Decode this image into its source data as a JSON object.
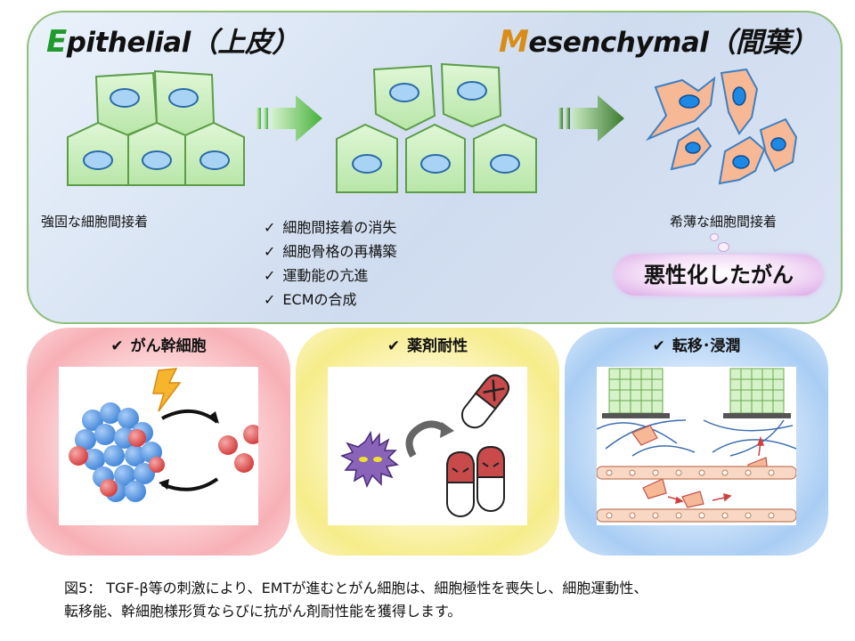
{
  "top": {
    "epithelial": {
      "initial": "E",
      "rest": "pithelial",
      "kanji": "（上皮）"
    },
    "mesenchymal": {
      "initial": "M",
      "rest": "esenchymal",
      "kanji": "（間葉）"
    },
    "left_label": "強固な細胞間接着",
    "right_label": "希薄な細胞間接着",
    "checklist": [
      "細胞間接着の消失",
      "細胞骨格の再構築",
      "運動能の亢進",
      "ECMの合成"
    ],
    "check_mark": "✓",
    "cloud_text": "悪性化したがん"
  },
  "bottom": {
    "tick_mark": "✔",
    "boxes": [
      {
        "label": "がん幹細胞"
      },
      {
        "label": "薬剤耐性"
      },
      {
        "label": "転移･浸潤"
      }
    ]
  },
  "caption": {
    "line1": "図5： TGF-β等の刺激により、EMTが進むとがん細胞は、細胞極性を喪失し、細胞運動性、",
    "line2": "転移能、幹細胞様形質ならびに抗がん剤耐性能を獲得します。"
  },
  "colors": {
    "epithelial_cell": "#cdf0c4",
    "epithelial_border": "#6aa84f",
    "nucleus": "#9fcdf2",
    "mesenchymal_cell": "#f6b592",
    "mesenchymal_nucleus": "#1e88e5",
    "arrow_green": "#5cc84a",
    "title_e": "#1f9a2d",
    "title_m": "#d98c16"
  }
}
